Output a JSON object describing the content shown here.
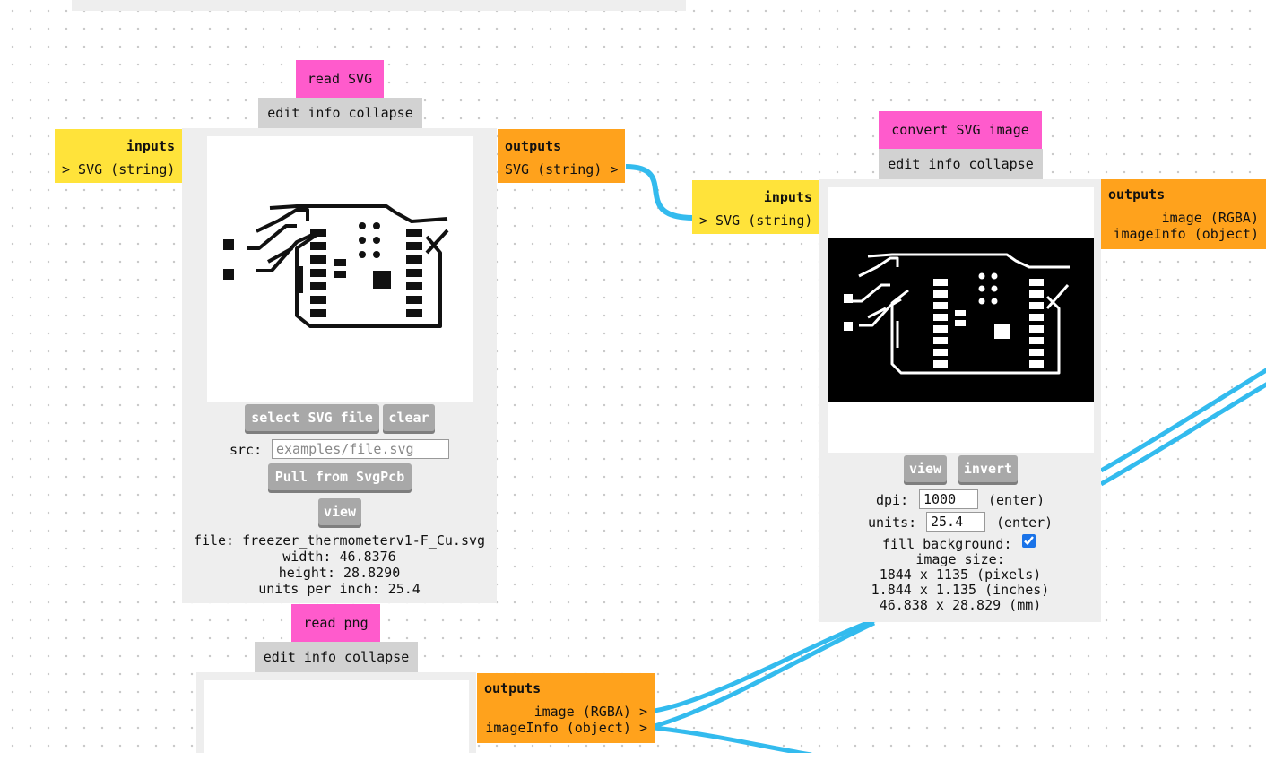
{
  "read_svg": {
    "title": "read SVG",
    "menu": {
      "edit": "edit",
      "info": "info",
      "collapse": "collapse"
    },
    "inputs": {
      "header": "inputs",
      "port": "> SVG (string)"
    },
    "outputs": {
      "header": "outputs",
      "port": "SVG (string) >"
    },
    "buttons": {
      "select": "select SVG file",
      "clear": "clear",
      "pull": "Pull from SvgPcb",
      "view": "view"
    },
    "src_label": "src:",
    "src_placeholder": "examples/file.svg",
    "file_info": [
      "file: freezer_thermometerv1-F_Cu.svg",
      "width: 46.8376",
      "height: 28.8290",
      "units per inch: 25.4"
    ]
  },
  "convert_svg": {
    "title": "convert SVG image",
    "menu": {
      "edit": "edit",
      "info": "info",
      "collapse": "collapse"
    },
    "inputs": {
      "header": "inputs",
      "port": "> SVG (string)"
    },
    "outputs": {
      "header": "outputs",
      "ports": [
        "image (RGBA)",
        "imageInfo (object)"
      ]
    },
    "buttons": {
      "view": "view",
      "invert": "invert"
    },
    "dpi_label": "dpi:",
    "dpi_value": "1000",
    "dpi_enter": "(enter)",
    "units_label": "units:",
    "units_value": "25.4",
    "units_enter": "(enter)",
    "fill_label": "fill background:",
    "fill_checked": true,
    "size_info": [
      "image size:",
      "1844 x 1135 (pixels)",
      "1.844 x 1.135 (inches)",
      "46.838 x 28.829 (mm)"
    ]
  },
  "read_png": {
    "title": "read png",
    "menu": {
      "edit": "edit",
      "info": "info",
      "collapse": "collapse"
    },
    "outputs": {
      "header": "outputs",
      "ports": [
        "image (RGBA) >",
        "imageInfo (object) >"
      ]
    }
  },
  "colors": {
    "title": "#ff5bcc",
    "inputs": "#ffe33a",
    "outputs": "#ffa21c",
    "wire": "#33bbee",
    "panel": "#eeeeee",
    "menu_bar": "#d2d2d2"
  }
}
